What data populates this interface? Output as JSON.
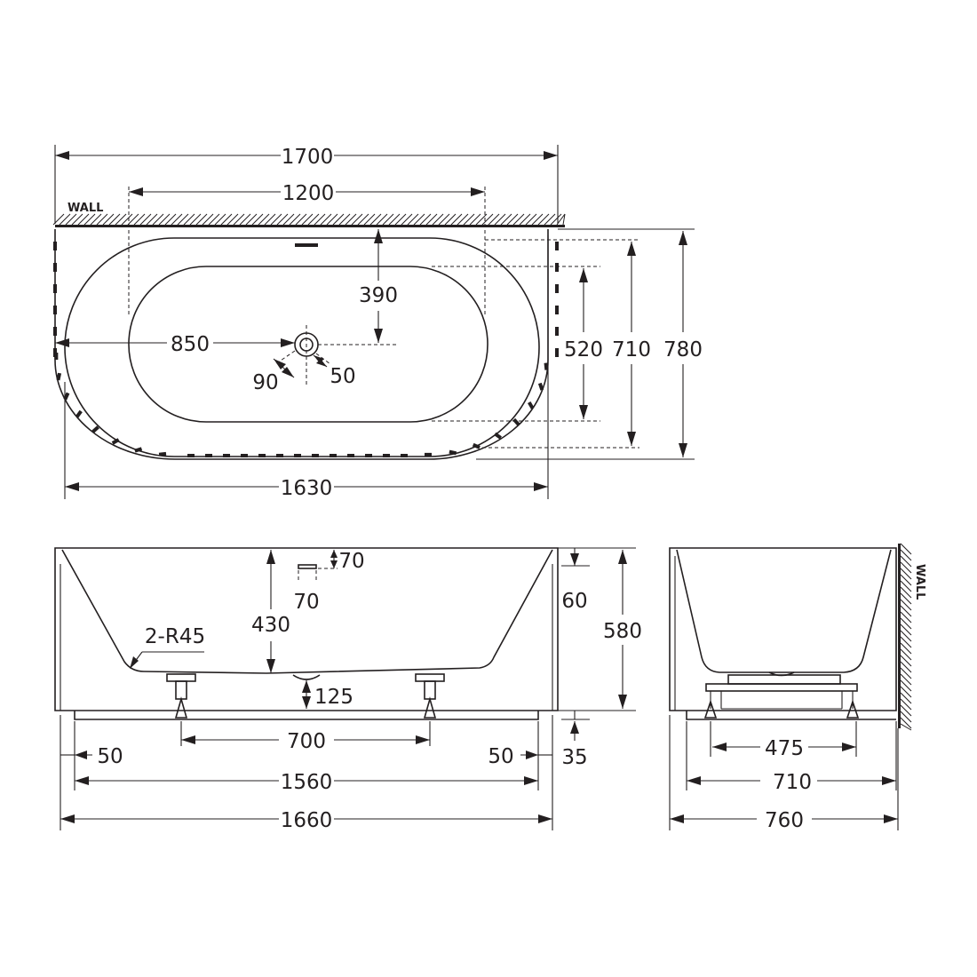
{
  "labels": {
    "wall_top": "WALL",
    "wall_side": "WALL"
  },
  "plan_view": {
    "overall_length": "1700",
    "wall_span": "1200",
    "waste_to_back": "390",
    "waste_to_end": "850",
    "waste_outer": "90",
    "waste_inner": "50",
    "inner_width": "520",
    "front_width": "710",
    "overall_width": "780",
    "base_length": "1630"
  },
  "front_view": {
    "overflow_height": "70",
    "overflow_width": "70",
    "depth": "430",
    "edge_height": "60",
    "overall_height": "580",
    "radius_note": "2-R45",
    "waste_clearance": "125",
    "feet_spacing": "700",
    "left_inset": "50",
    "right_inset": "50",
    "plinth_height": "35",
    "plinth_length": "1560",
    "overall_length": "1660"
  },
  "side_view": {
    "feet_spacing": "475",
    "base_width": "710",
    "overall_width": "760"
  }
}
